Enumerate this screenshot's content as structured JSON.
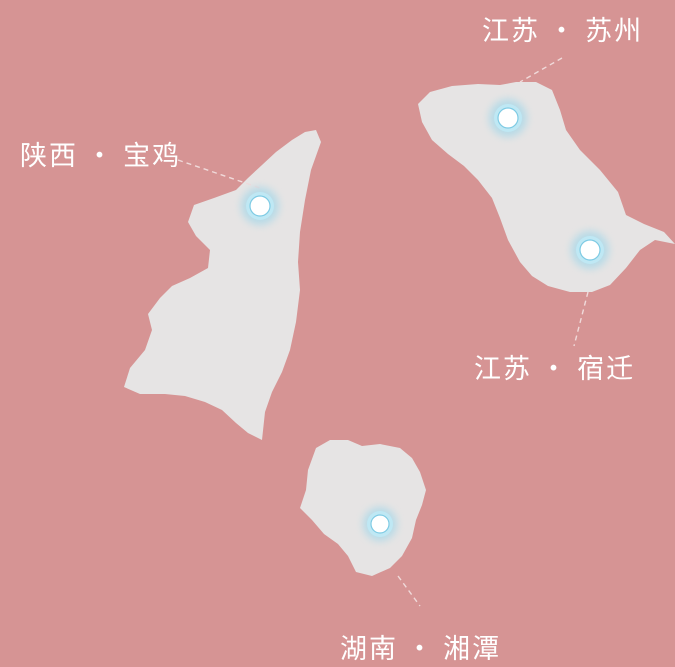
{
  "background_color": "#d69494",
  "region_color": "#e6e4e4",
  "marker_color": "#8fd3ea",
  "label_color": "#ffffff",
  "places": [
    {
      "id": "baoji",
      "label": "陕西 · 宝鸡",
      "marker_icon": "location-dot-icon"
    },
    {
      "id": "suzhou",
      "label": "江苏 · 苏州",
      "marker_icon": "location-dot-icon"
    },
    {
      "id": "suqian",
      "label": "江苏 · 宿迁",
      "marker_icon": "location-dot-icon"
    },
    {
      "id": "xiangtan",
      "label": "湖南 · 湘潭",
      "marker_icon": "location-dot-icon"
    }
  ]
}
